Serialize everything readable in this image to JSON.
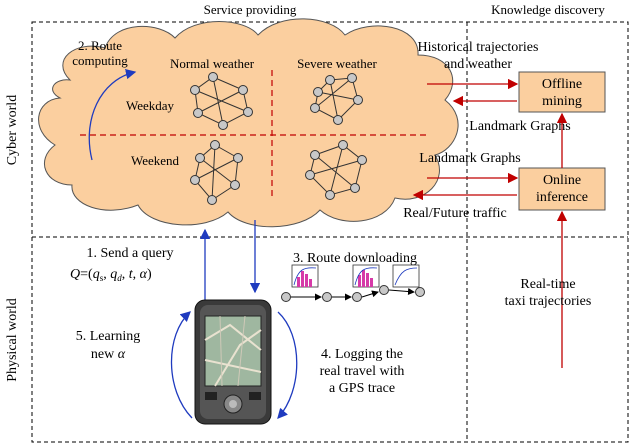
{
  "headers": {
    "service": "Service providing",
    "knowledge": "Knowledge discovery"
  },
  "side_labels": {
    "cyber": "Cyber world",
    "physical": "Physical world"
  },
  "cloud": {
    "route_computing_1": "2. Route",
    "route_computing_2": "computing",
    "normal_weather": "Normal weather",
    "severe_weather": "Severe weather",
    "weekday": "Weekday",
    "weekend": "Weekend"
  },
  "right_top": {
    "historical_1": "Historical trajectories",
    "historical_2": "and weather",
    "offline_1": "Offline",
    "offline_2": "mining",
    "landmark_1": "Landmark Graphs",
    "landmark_2": "Landmark Graphs",
    "online_1": "Online",
    "online_2": "inference",
    "real_future": "Real/Future traffic"
  },
  "physical": {
    "send_query": "1. Send a query",
    "route_downloading": "3. Route downloading",
    "logging_1": "4. Logging the",
    "logging_2": "real travel with",
    "logging_3": "a GPS trace",
    "learning_1": "5. Learning",
    "learning_2": "new",
    "alpha": "α",
    "realtime_1": "Real-time",
    "realtime_2": "taxi trajectories"
  },
  "query": {
    "Q": "Q",
    "eq": "=(",
    "q": "q",
    "s": "s",
    "comma1": ", ",
    "d": "d",
    "comma2": ", ",
    "t": "t",
    "comma3": ", ",
    "alpha": "α",
    "close": ")"
  },
  "colors": {
    "cloud": "#fbcf9f",
    "box": "#fbcf9f",
    "red": "#c00000",
    "blue": "#1f3bbf",
    "taxi": "#f2b632"
  }
}
